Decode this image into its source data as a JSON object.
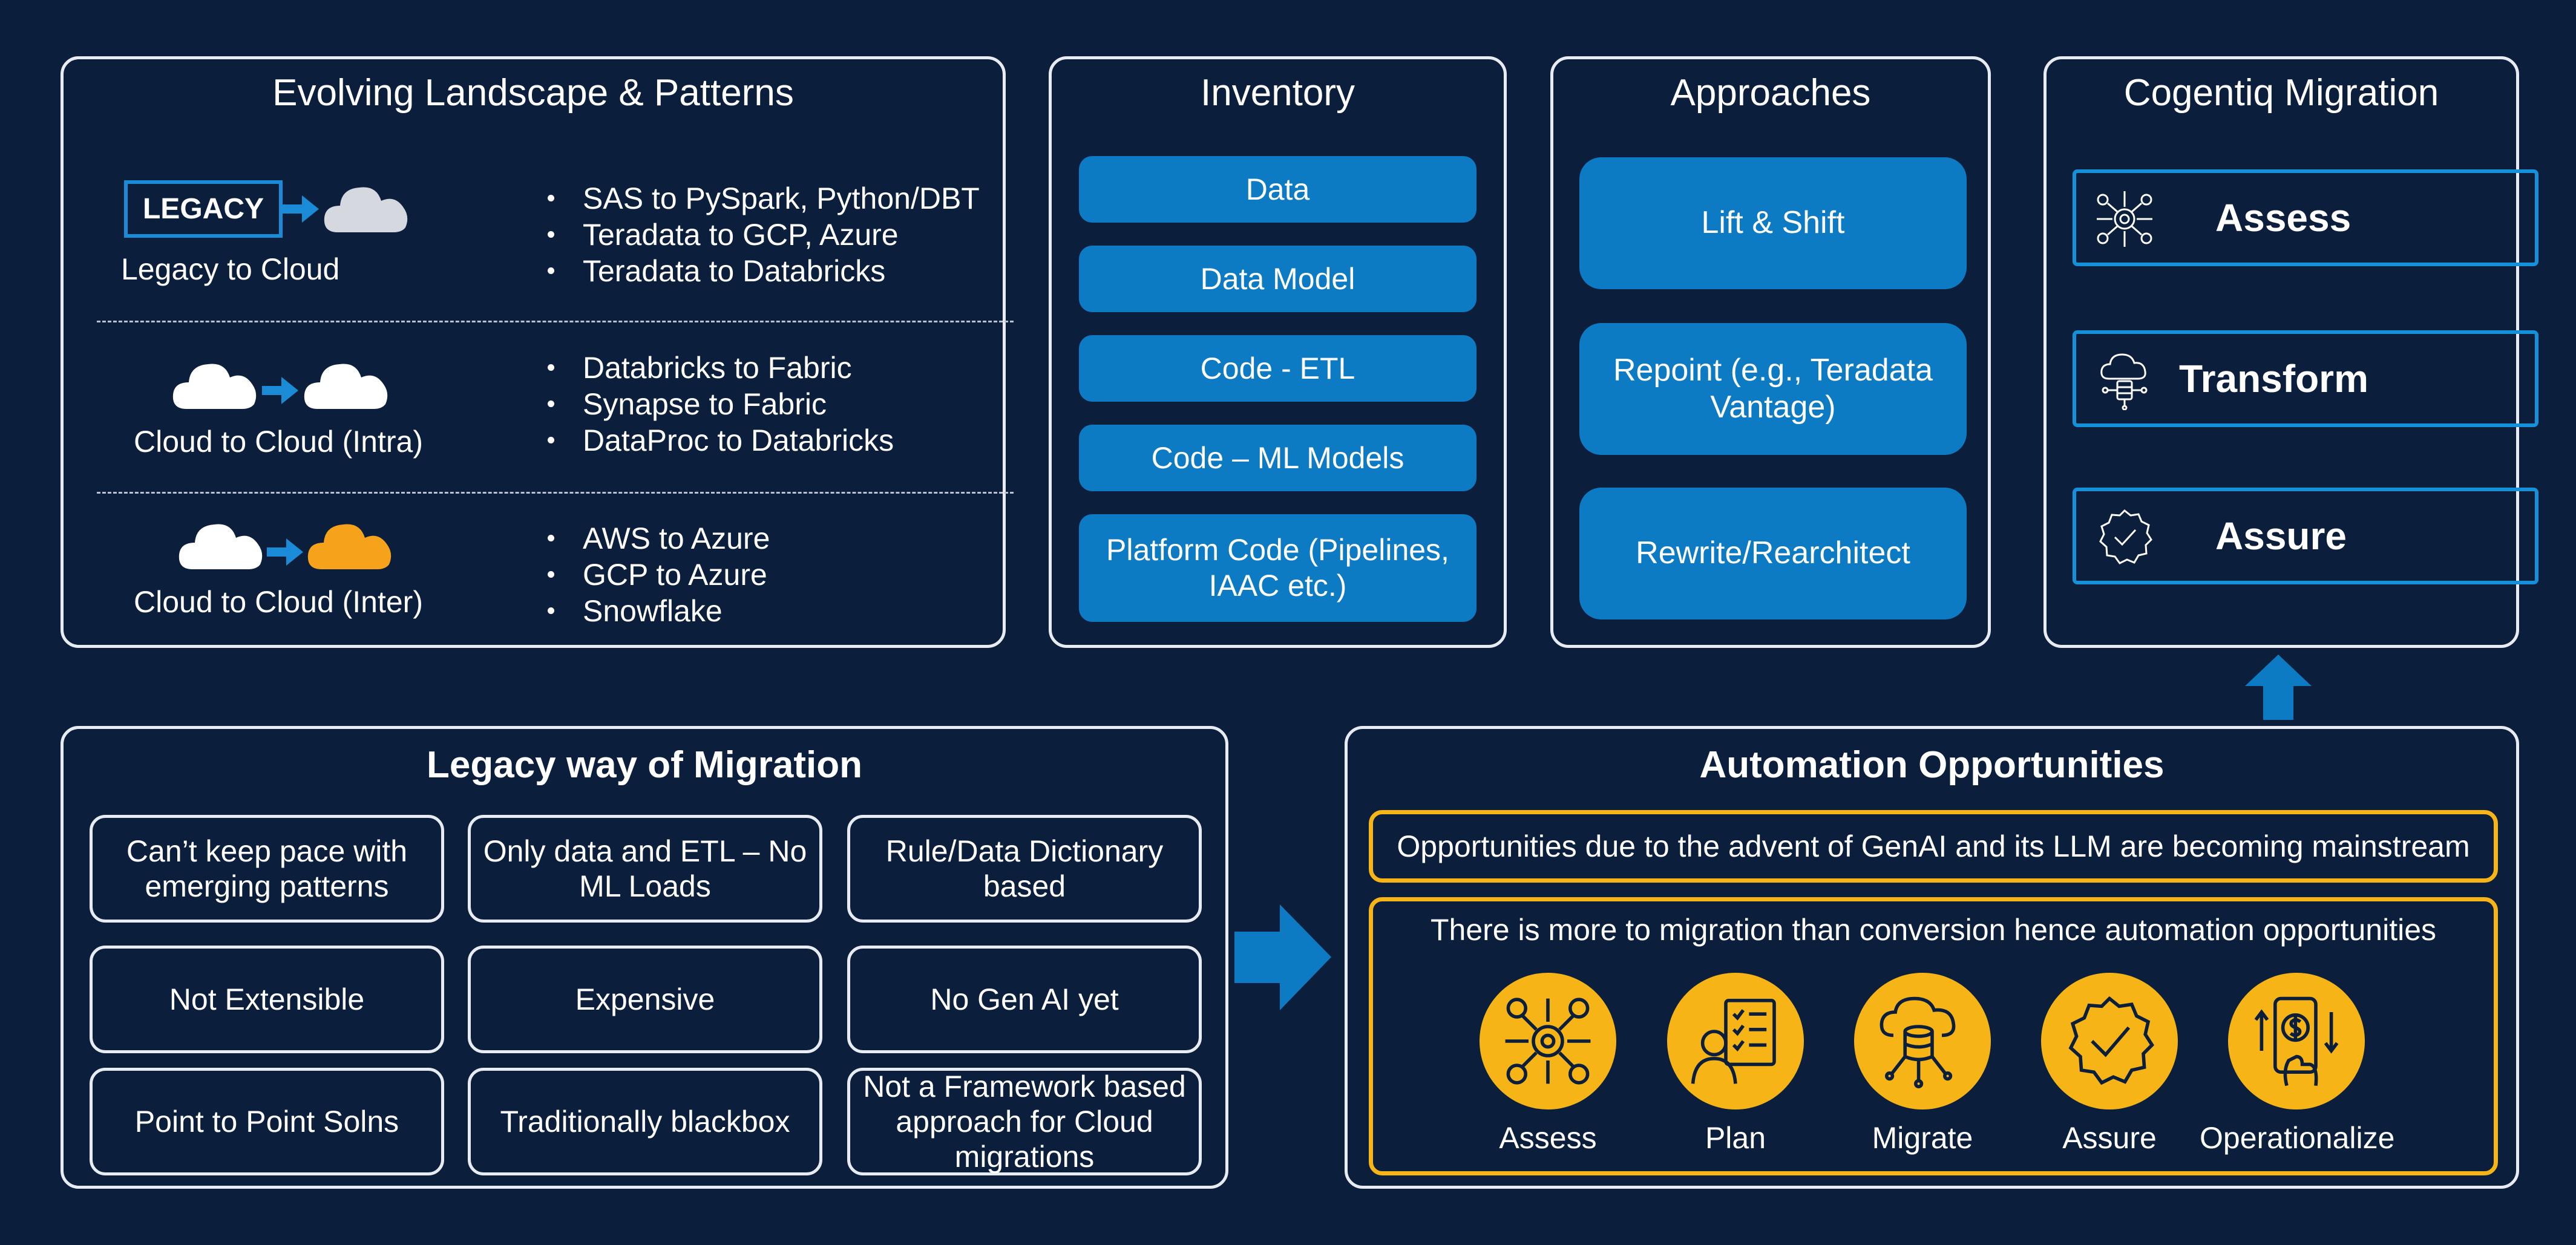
{
  "landscape": {
    "title": "Evolving Landscape &  Patterns",
    "legacy_badge": "LEGACY",
    "rows": [
      {
        "label": "Legacy to Cloud",
        "bullets": [
          "SAS to PySpark, Python/DBT",
          "Teradata to GCP, Azure",
          "Teradata to Databricks"
        ]
      },
      {
        "label": "Cloud to Cloud (Intra)",
        "bullets": [
          "Databricks to Fabric",
          "Synapse to Fabric",
          "DataProc to Databricks"
        ]
      },
      {
        "label": "Cloud to Cloud (Inter)",
        "bullets": [
          "AWS to Azure",
          "GCP to Azure",
          "Snowflake"
        ]
      }
    ]
  },
  "inventory": {
    "title": "Inventory",
    "items": [
      "Data",
      "Data Model",
      "Code - ETL",
      "Code – ML Models",
      "Platform Code (Pipelines, IAAC etc.)"
    ]
  },
  "approaches": {
    "title": "Approaches",
    "items": [
      "Lift & Shift",
      "Repoint (e.g., Teradata Vantage)",
      "Rewrite/Rearchitect"
    ]
  },
  "cogentiq": {
    "title": "Cogentiq Migration",
    "items": [
      {
        "label": "Assess",
        "icon": "assess-icon"
      },
      {
        "label": "Transform",
        "icon": "transform-icon"
      },
      {
        "label": "Assure",
        "icon": "assure-icon"
      }
    ]
  },
  "legacy_way": {
    "title": "Legacy way of Migration",
    "cells": [
      "Can’t keep pace with emerging patterns",
      "Only data and ETL – No ML Loads",
      "Rule/Data Dictionary based",
      "Not Extensible",
      "Expensive",
      "No Gen AI  yet",
      "Point to Point Solns",
      "Traditionally blackbox",
      "Not a Framework based approach for Cloud migrations"
    ]
  },
  "automation": {
    "title": "Automation Opportunities",
    "banner": "Opportunities due to the advent of GenAI and its LLM are becoming mainstream",
    "subtitle": "There is more to migration than conversion hence automation opportunities",
    "steps": [
      {
        "label": "Assess",
        "icon": "assess-gears-icon"
      },
      {
        "label": "Plan",
        "icon": "plan-checklist-icon"
      },
      {
        "label": "Migrate",
        "icon": "migrate-database-cloud-icon"
      },
      {
        "label": "Assure",
        "icon": "assure-badge-check-icon"
      },
      {
        "label": "Operationalize",
        "icon": "operationalize-phone-dollar-icon"
      }
    ]
  },
  "colors": {
    "background": "#0b1f3d",
    "panel_border": "#e8ecf2",
    "button_blue": "#0d7bc4",
    "cogentiq_border": "#1591d9",
    "accent_yellow": "#f6b417",
    "cloud_orange": "#f7a21b",
    "cloud_white": "#ffffff",
    "cloud_grey": "#d5d9df"
  }
}
